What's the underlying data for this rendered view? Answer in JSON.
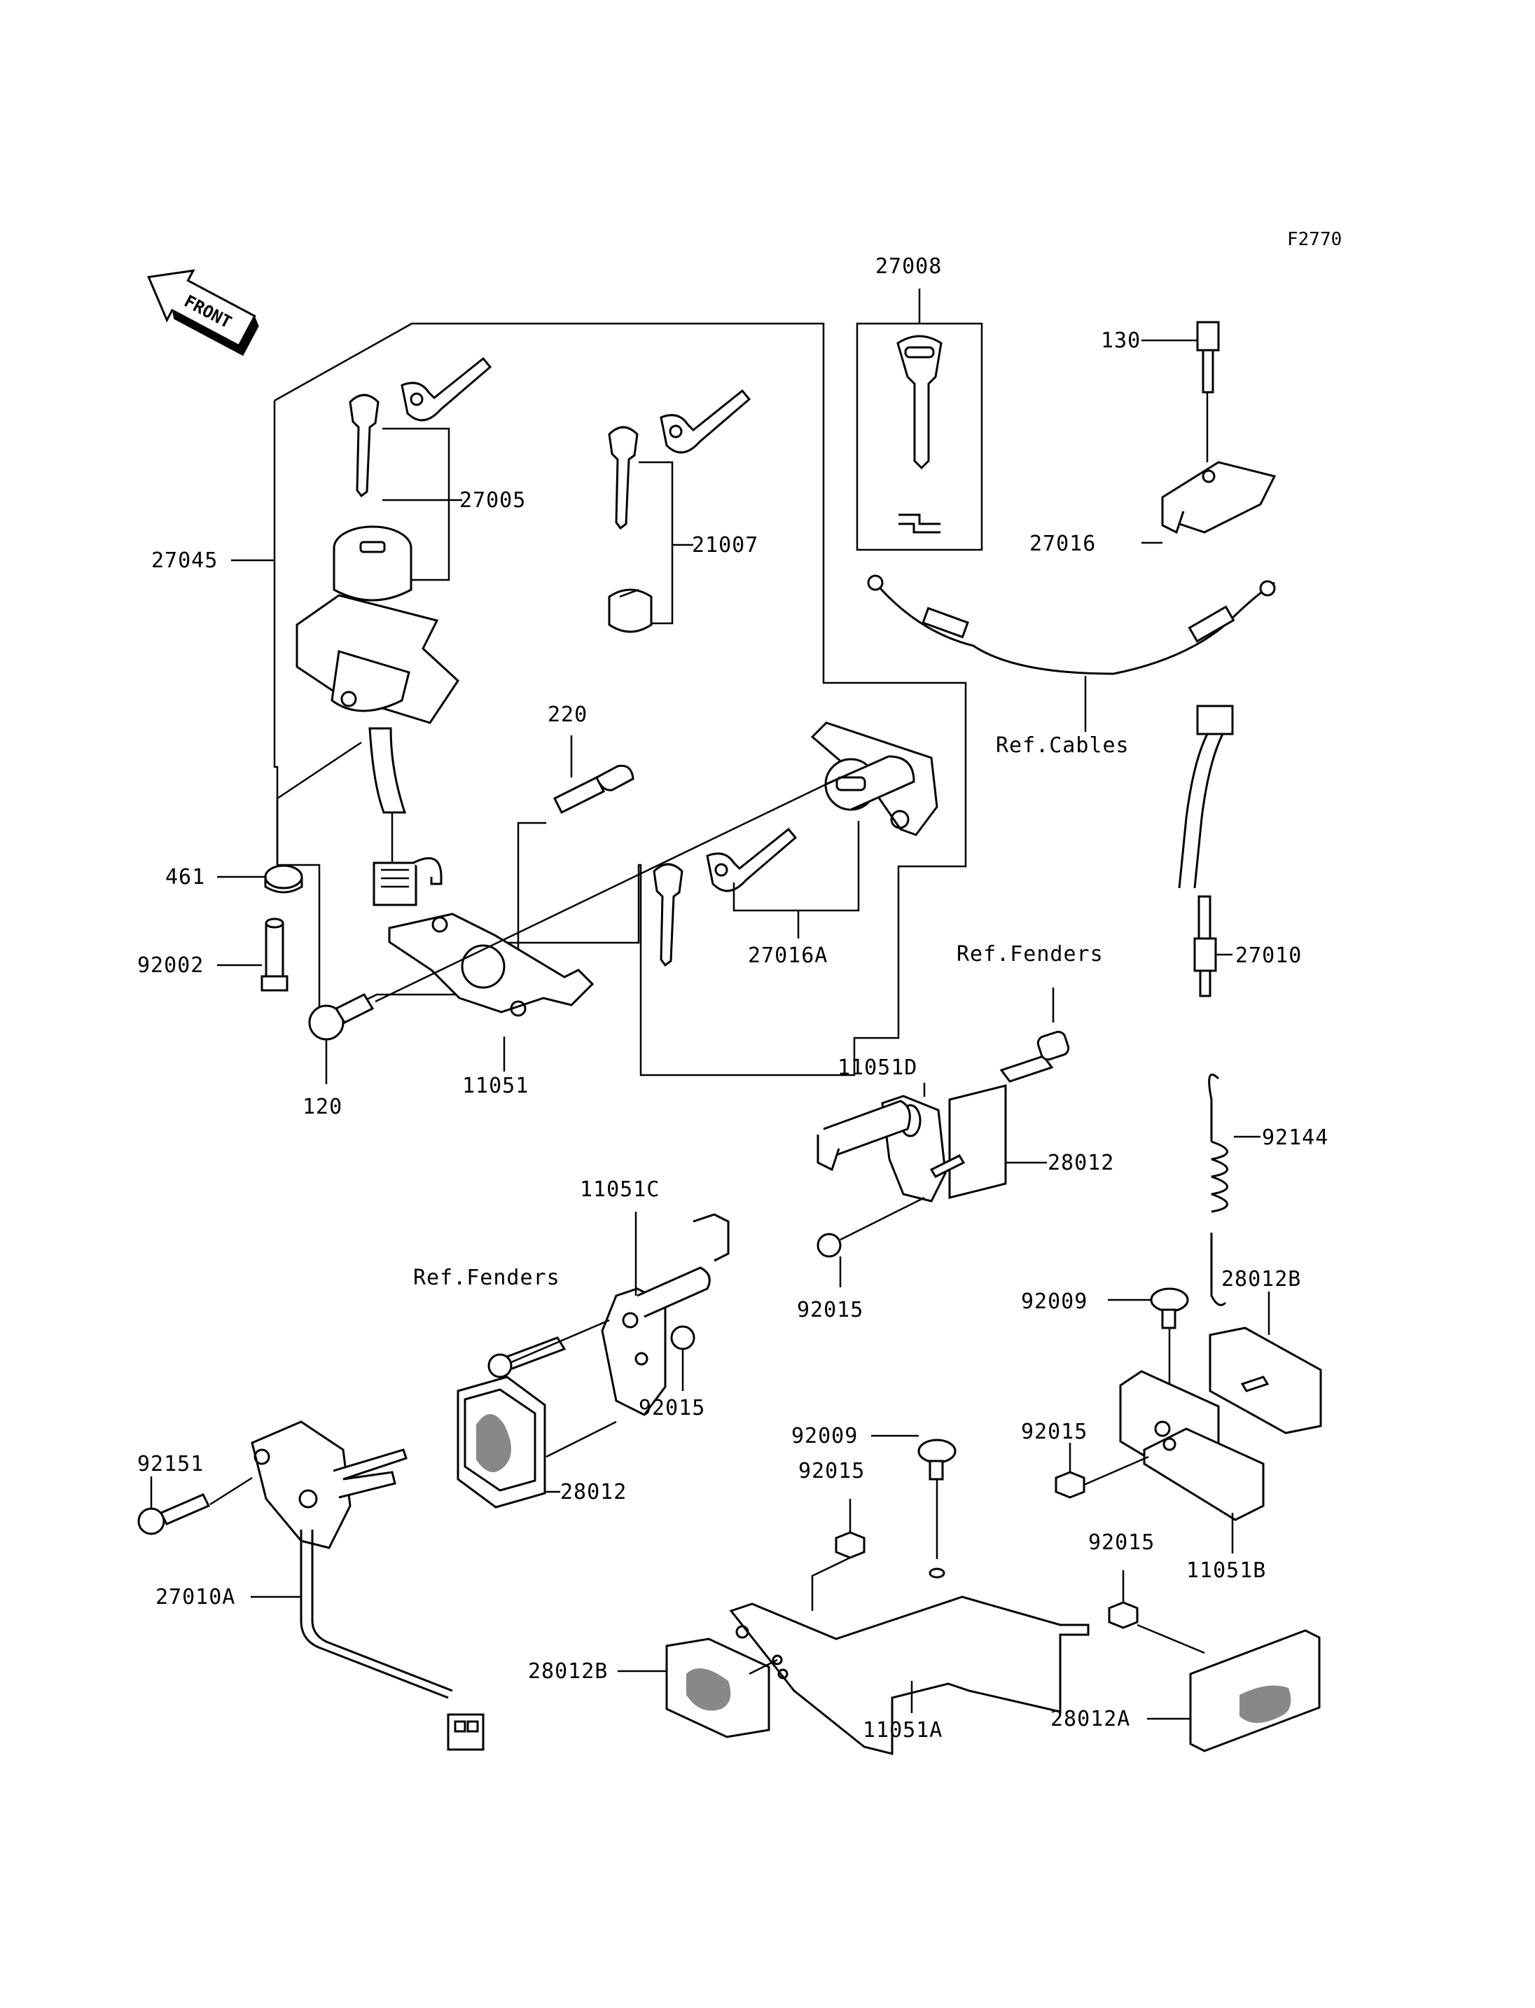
{
  "figure_code": "F2770",
  "front_arrow": {
    "text": "FRONT"
  },
  "parts": {
    "p27008": "27008",
    "p130": "130",
    "p27016": "27016",
    "p27005": "27005",
    "p27045": "27045",
    "p21007": "21007",
    "p220": "220",
    "ref_cables": "Ref.Cables",
    "p461": "461",
    "p92002": "92002",
    "p120": "120",
    "p11051": "11051",
    "p27016A": "27016A",
    "p27010": "27010",
    "ref_fenders_1": "Ref.Fenders",
    "p11051D": "11051D",
    "p28012_1": "28012",
    "p92144": "92144",
    "p11051C": "11051C",
    "p92015_1": "92015",
    "ref_fenders_2": "Ref.Fenders",
    "p92015_2": "92015",
    "p28012_2": "28012",
    "p92009_1": "92009",
    "p28012B_1": "28012B",
    "p92015_3": "92015",
    "p11051B": "11051B",
    "p92151": "92151",
    "p92009_2": "92009",
    "p92015_4": "92015",
    "p27010A": "27010A",
    "p92015_5": "92015",
    "p28012B_2": "28012B",
    "p11051A": "11051A",
    "p28012A": "28012A"
  }
}
